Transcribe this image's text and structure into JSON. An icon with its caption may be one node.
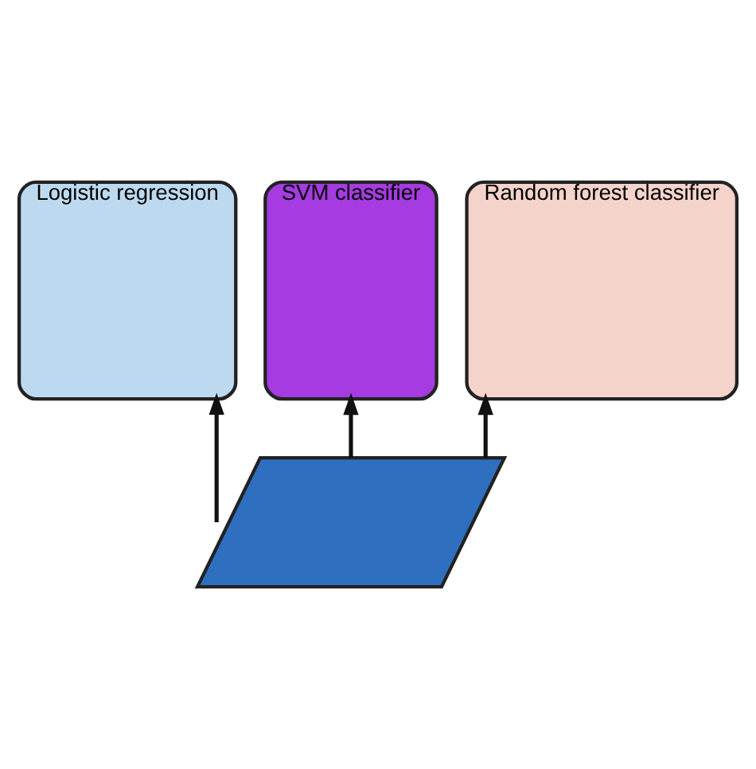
{
  "diagram": {
    "nodes": [
      {
        "text": [
          "Logistic regression"
        ]
      },
      {
        "text": [
          "SVM classifier"
        ]
      },
      {
        "text": [
          "Random forest classifier"
        ]
      },
      {
        "text": [],
        "shape": "parallelogram"
      }
    ],
    "edges": [
      {
        "from": 3,
        "to": 0,
        "arrow": "to"
      },
      {
        "from": 3,
        "to": 1,
        "arrow": "to"
      },
      {
        "from": 3,
        "to": 2,
        "arrow": "to"
      }
    ]
  }
}
